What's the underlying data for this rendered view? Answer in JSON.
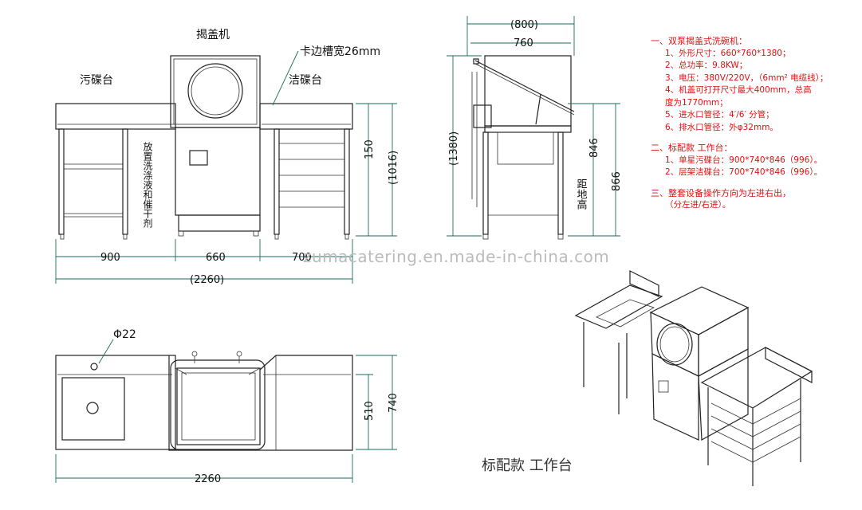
{
  "labels": {
    "machine": "揭盖机",
    "dirty_table": "污碟台",
    "clean_table": "洁碟台",
    "groove": "卡边槽宽26mm",
    "vertical_note": "放置洗涤液和催干剂",
    "floor_height": "距地高",
    "caption": "标配款  工作台",
    "watermark": "zumacatering.en.made-in-china.com"
  },
  "dims": {
    "front_900": "900",
    "front_660": "660",
    "front_700": "700",
    "front_total": "(2260)",
    "front_150": "150",
    "front_1016": "(1016)",
    "side_800": "(800)",
    "side_760": "760",
    "side_1380": "(1380)",
    "side_846": "846",
    "side_866": "866",
    "top_hole": "Φ22",
    "top_510": "510",
    "top_740": "740",
    "top_total": "2260"
  },
  "spec": {
    "s1_title": "一、双泵揭盖式洗碗机：",
    "s1_items": [
      "1、外形尺寸：660*760*1380；",
      "2、总功率：9.8KW；",
      "3、电压：380V/220V，（6mm² 电缆线）；",
      "4、机盖可打开尺寸最大400mm，总高",
      "度为1770mm；",
      "5、进水口管径：4′/6′ 分管；",
      "6、排水口管径：外φ32mm。"
    ],
    "s2_title": "二、标配款 工作台：",
    "s2_items": [
      "1、单星污碟台：900*740*846（996）。",
      "2、层架洁碟台：700*740*846（996）。"
    ],
    "s3_title": "三、整套设备操作方向为左进右出，",
    "s3_sub": "（分左进/右进）。"
  }
}
